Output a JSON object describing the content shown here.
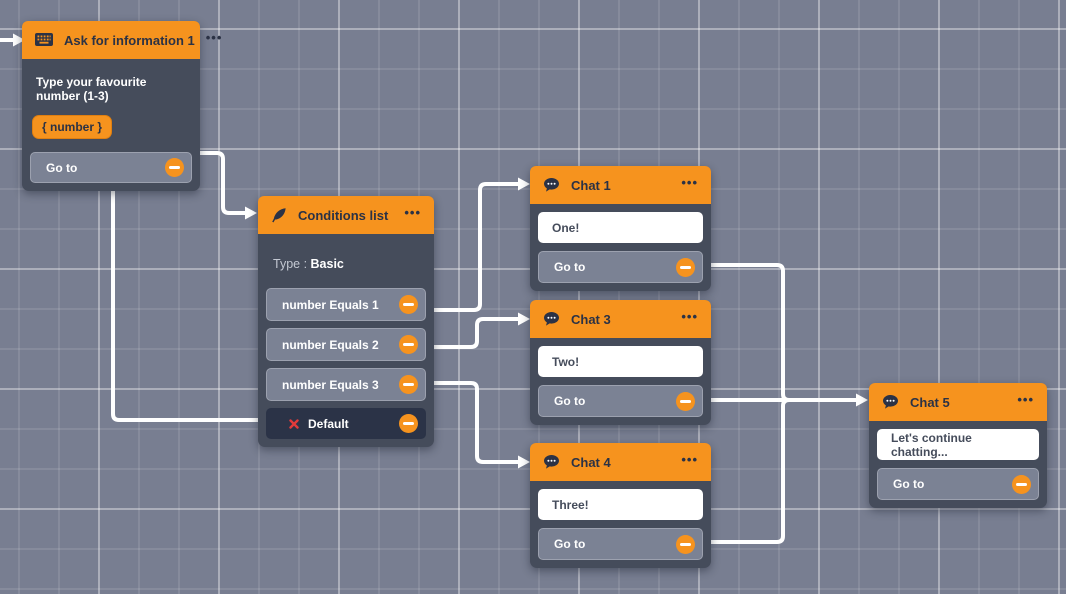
{
  "canvas": {
    "background": "#787e91",
    "grid_minor": "rgba(255,255,255,0.10)",
    "grid_major": "rgba(255,255,255,0.30)"
  },
  "colors": {
    "accent_orange": "#f6931e",
    "node_body": "#454c5b",
    "row_gray": "#7b8294",
    "default_row_navy": "#2b3347",
    "header_text_navy": "#2b3245",
    "connector_white": "#ffffff",
    "error_red": "#e23b3b"
  },
  "icons": {
    "ask_header": "keyboard-icon",
    "conditions_header": "feather-icon",
    "chat_header": "chat-bubble-icon",
    "menu": "ellipsis-icon",
    "remove_handle": "minus-circle-icon",
    "default_flag": "red-x-icon"
  },
  "nodes": {
    "ask": {
      "title": "Ask for information 1",
      "menu": "•••",
      "question": "Type your favourite number (1-3)",
      "variable": "{ number }",
      "goto": "Go to"
    },
    "conditions": {
      "title": "Conditions list",
      "menu": "•••",
      "type_label": "Type :",
      "type_value": "Basic",
      "rows": [
        {
          "label": "number Equals 1"
        },
        {
          "label": "number Equals 2"
        },
        {
          "label": "number Equals 3"
        }
      ],
      "default_label": "Default"
    },
    "chat1": {
      "title": "Chat 1",
      "menu": "•••",
      "message": "One!",
      "goto": "Go to"
    },
    "chat3": {
      "title": "Chat 3",
      "menu": "•••",
      "message": "Two!",
      "goto": "Go to"
    },
    "chat4": {
      "title": "Chat 4",
      "menu": "•••",
      "message": "Three!",
      "goto": "Go to"
    },
    "chat5": {
      "title": "Chat 5",
      "menu": "•••",
      "message": "Let's continue chatting...",
      "goto": "Go to"
    }
  }
}
